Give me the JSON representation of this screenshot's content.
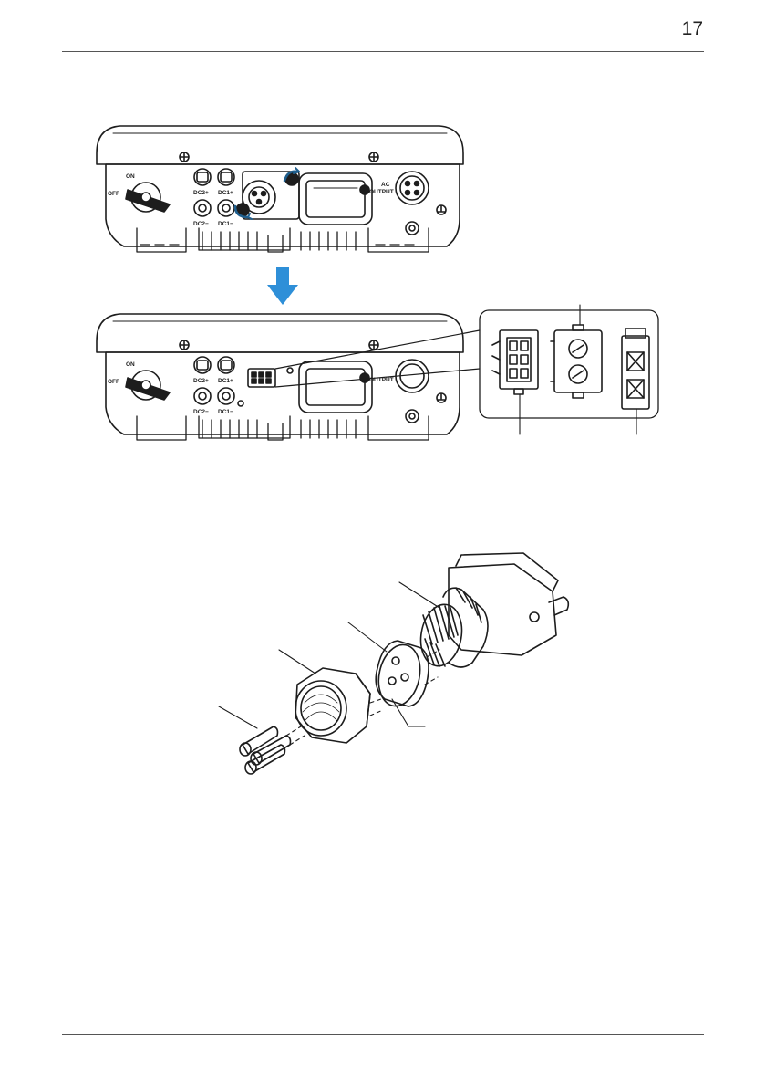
{
  "page": {
    "number": "17"
  },
  "figure_inverter": {
    "labels": {
      "on": "ON",
      "off": "OFF",
      "dc2_plus": "DC2+",
      "dc1_plus": "DC1+",
      "dc2_minus": "DC2−",
      "dc1_minus": "DC1−",
      "ac": "AC",
      "output": "OUTPUT"
    },
    "arrow_color": "#2e8fd8"
  },
  "icons": [
    "screw-icon",
    "dc-connector-icon",
    "rotary-switch-icon",
    "ground-icon",
    "down-arrow-icon"
  ]
}
